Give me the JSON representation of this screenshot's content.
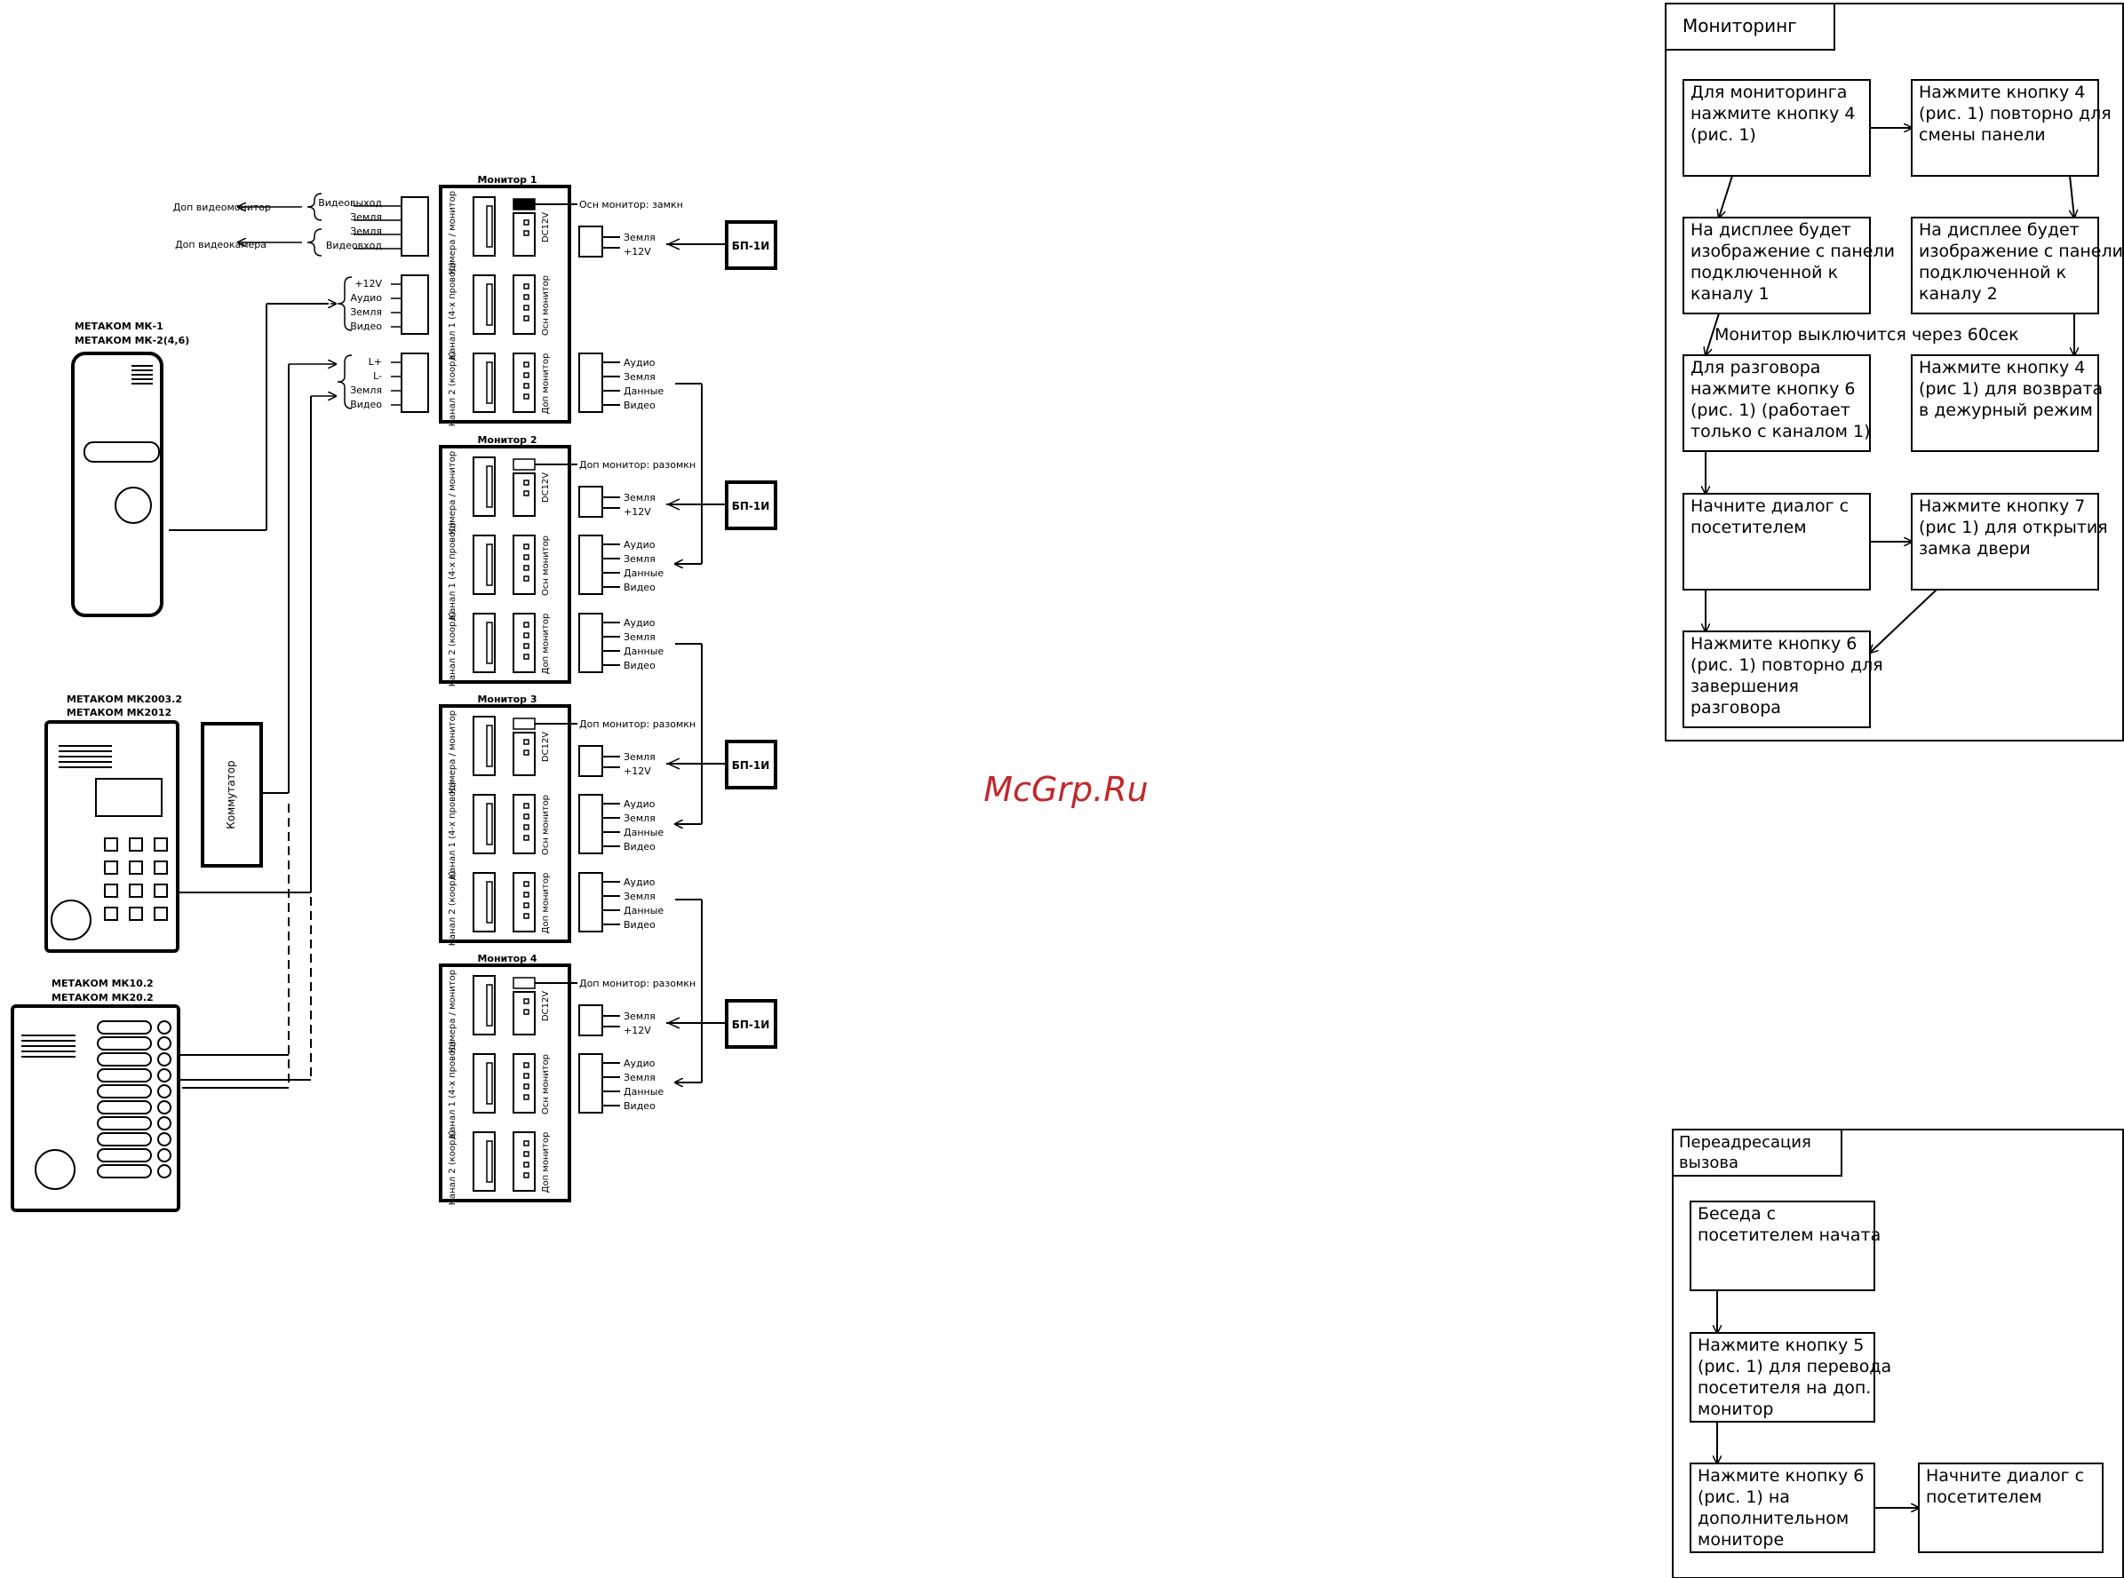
{
  "wiring": {
    "monitors": [
      {
        "title": "Монитор 1",
        "ports": [
          "Камера / монитор",
          "Канал 1 (4-х провод)",
          "Канал 2 (коорд)"
        ],
        "right_ports": [
          "DC12V",
          "Осн монитор",
          "Доп монитор"
        ],
        "jumper": "Осн монитор: замкн"
      },
      {
        "title": "Монитор 2",
        "ports": [
          "Камера / монитор",
          "Канал 1 (4-х провод)",
          "Канал 2 (коорд)"
        ],
        "right_ports": [
          "DC12V",
          "Осн монитор",
          "Доп монитор"
        ],
        "jumper": "Доп монитор: разомкн"
      },
      {
        "title": "Монитор 3",
        "ports": [
          "Камера / монитор",
          "Канал 1 (4-х провод)",
          "Канал 2 (коорд)"
        ],
        "right_ports": [
          "DC12V",
          "Осн монитор",
          "Доп монитор"
        ],
        "jumper": "Доп монитор: разомкн"
      },
      {
        "title": "Монитор 4",
        "ports": [
          "Камера / монитор",
          "Канал 1 (4-х провод)",
          "Канал 2 (коорд)"
        ],
        "right_ports": [
          "DC12V",
          "Осн монитор",
          "Доп монитор"
        ],
        "jumper": "Доп монитор: разомкн"
      }
    ],
    "power_unit": "БП-1И",
    "power_pins": [
      "Земля",
      "+12V"
    ],
    "bus_pins": [
      "Аудио",
      "Земля",
      "Данные",
      "Видео"
    ],
    "camera_pins": [
      "Видеовыход",
      "Земля",
      "Земля",
      "Видеовход"
    ],
    "channel1_pins": [
      "+12V",
      "Аудио",
      "Земля",
      "Видео"
    ],
    "channel2_pins": [
      "L+",
      "L-",
      "Земля",
      "Видео"
    ],
    "extra_monitor": "Доп видеомонитор",
    "extra_camera": "Доп видеокамера",
    "panel1": [
      "МЕТАКОМ МК-1",
      "МЕТАКОМ МК-2(4,6)"
    ],
    "panel2": [
      "МЕТАКОМ МК2003.2",
      "МЕТАКОМ МК2012"
    ],
    "panel3": [
      "МЕТАКОМ МК10.2",
      "МЕТАКОМ МК20.2"
    ],
    "commutator": "Коммутатор"
  },
  "watermark": "McGrp.Ru",
  "monitoring": {
    "title": "Мониторинг",
    "step1": [
      "Для мониторинга",
      "нажмите кнопку 4",
      "(рис. 1)"
    ],
    "step2": [
      "Нажмите кнопку 4",
      "(рис. 1) повторно для",
      "смены панели"
    ],
    "step3": [
      "На дисплее будет",
      "изображение с панели",
      "подключенной к",
      "каналу 1"
    ],
    "step4": [
      "На дисплее будет",
      "изображение с панели",
      "подключенной к",
      "каналу 2"
    ],
    "note": "Монитор выключится через 60сек",
    "step5": [
      "Для разговора",
      "нажмите кнопку 6",
      "(рис. 1) (работает",
      "только с каналом 1)"
    ],
    "step6": [
      "Нажмите кнопку 4",
      "(рис  1) для возврата",
      "в дежурный режим"
    ],
    "step7": [
      "Начните диалог с",
      "посетителем"
    ],
    "step8": [
      "Нажмите кнопку 7",
      "(рис  1) для открытия",
      "замка двери"
    ],
    "step9": [
      "Нажмите кнопку 6",
      "(рис. 1) повторно для",
      "завершения",
      "разговора"
    ]
  },
  "redirect": {
    "title": [
      "Переадресация",
      "вызова"
    ],
    "step1": [
      "Беседа с",
      "посетителем начата"
    ],
    "step2": [
      "Нажмите кнопку 5",
      "(рис. 1) для перевода",
      "посетителя на доп.",
      "монитор"
    ],
    "step3": [
      "Нажмите кнопку 6",
      "(рис. 1) на",
      "дополнительном",
      "мониторе"
    ],
    "step4": [
      "Начните диалог с",
      "посетителем"
    ]
  }
}
